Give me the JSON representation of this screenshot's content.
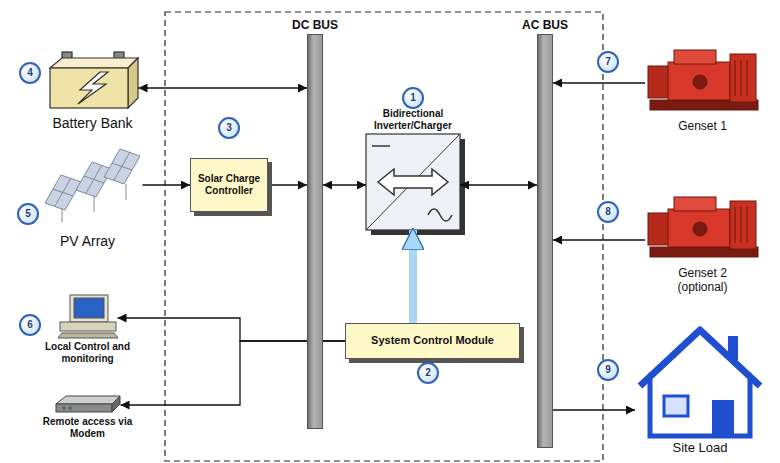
{
  "diagram": {
    "nodes": [
      {
        "text": [
          "DC BUS"
        ]
      },
      {
        "text": [
          "AC BUS"
        ]
      },
      {
        "text": [
          "Battery Bank"
        ]
      },
      {
        "text": [
          "PV Array"
        ]
      },
      {
        "text": [
          "Solar Charge Controller"
        ]
      },
      {
        "text": [
          "Bidirectional Inverter/Charger"
        ]
      },
      {
        "text": [
          "System Control Module"
        ]
      },
      {
        "text": [
          "Local Control and monitoring"
        ]
      },
      {
        "text": [
          "Remote access via Modem"
        ]
      },
      {
        "text": [
          "Genset 1"
        ]
      },
      {
        "text": [
          "Genset 2 (optional)"
        ]
      },
      {
        "text": [
          "Site Load"
        ]
      }
    ],
    "edges": [
      {
        "from": 2,
        "to": 0,
        "arrow": "both"
      },
      {
        "from": 3,
        "to": 4,
        "arrow": "to"
      },
      {
        "from": 4,
        "to": 0,
        "arrow": "to"
      },
      {
        "from": 0,
        "to": 5,
        "arrow": "both"
      },
      {
        "from": 5,
        "to": 1,
        "arrow": "both"
      },
      {
        "from": 9,
        "to": 1,
        "arrow": "to"
      },
      {
        "from": 10,
        "to": 1,
        "arrow": "to"
      },
      {
        "from": 1,
        "to": 11,
        "arrow": "to"
      },
      {
        "from": 6,
        "to": 5,
        "arrow": "to"
      },
      {
        "from": 6,
        "to": 7,
        "arrow": "to"
      },
      {
        "from": 6,
        "to": 8,
        "arrow": "to"
      }
    ],
    "labels": [
      "1",
      "2",
      "3",
      "4",
      "5",
      "6",
      "7",
      "8",
      "9"
    ]
  }
}
